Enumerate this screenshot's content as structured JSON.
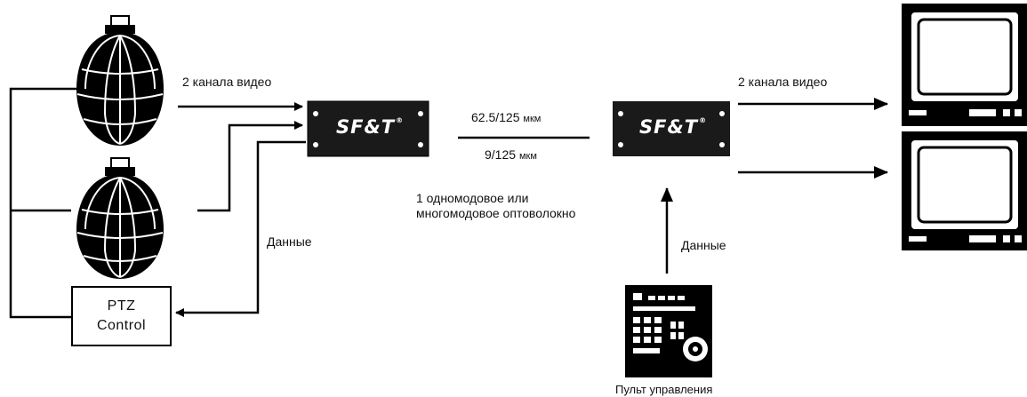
{
  "labels": {
    "video_in": "2 канала видео",
    "video_out": "2 канала видео",
    "fiber_top_value": "62.5/125",
    "fiber_top_unit": "мкм",
    "fiber_bottom_value": "9/125",
    "fiber_bottom_unit": "мкм",
    "fiber_desc_line1": "1 одномодовое или",
    "fiber_desc_line2": "многомодовое оптоволокно",
    "data_left": "Данные",
    "data_right": "Данные",
    "ptz_line1": "PTZ",
    "ptz_line2": "Control",
    "control_panel": "Пульт управления"
  },
  "devices": {
    "transmitter_brand": "SF&T",
    "receiver_brand": "SF&T",
    "trademark": "®"
  },
  "colors": {
    "line": "#000000",
    "device_body": "#1a1a1a",
    "background": "#ffffff"
  }
}
